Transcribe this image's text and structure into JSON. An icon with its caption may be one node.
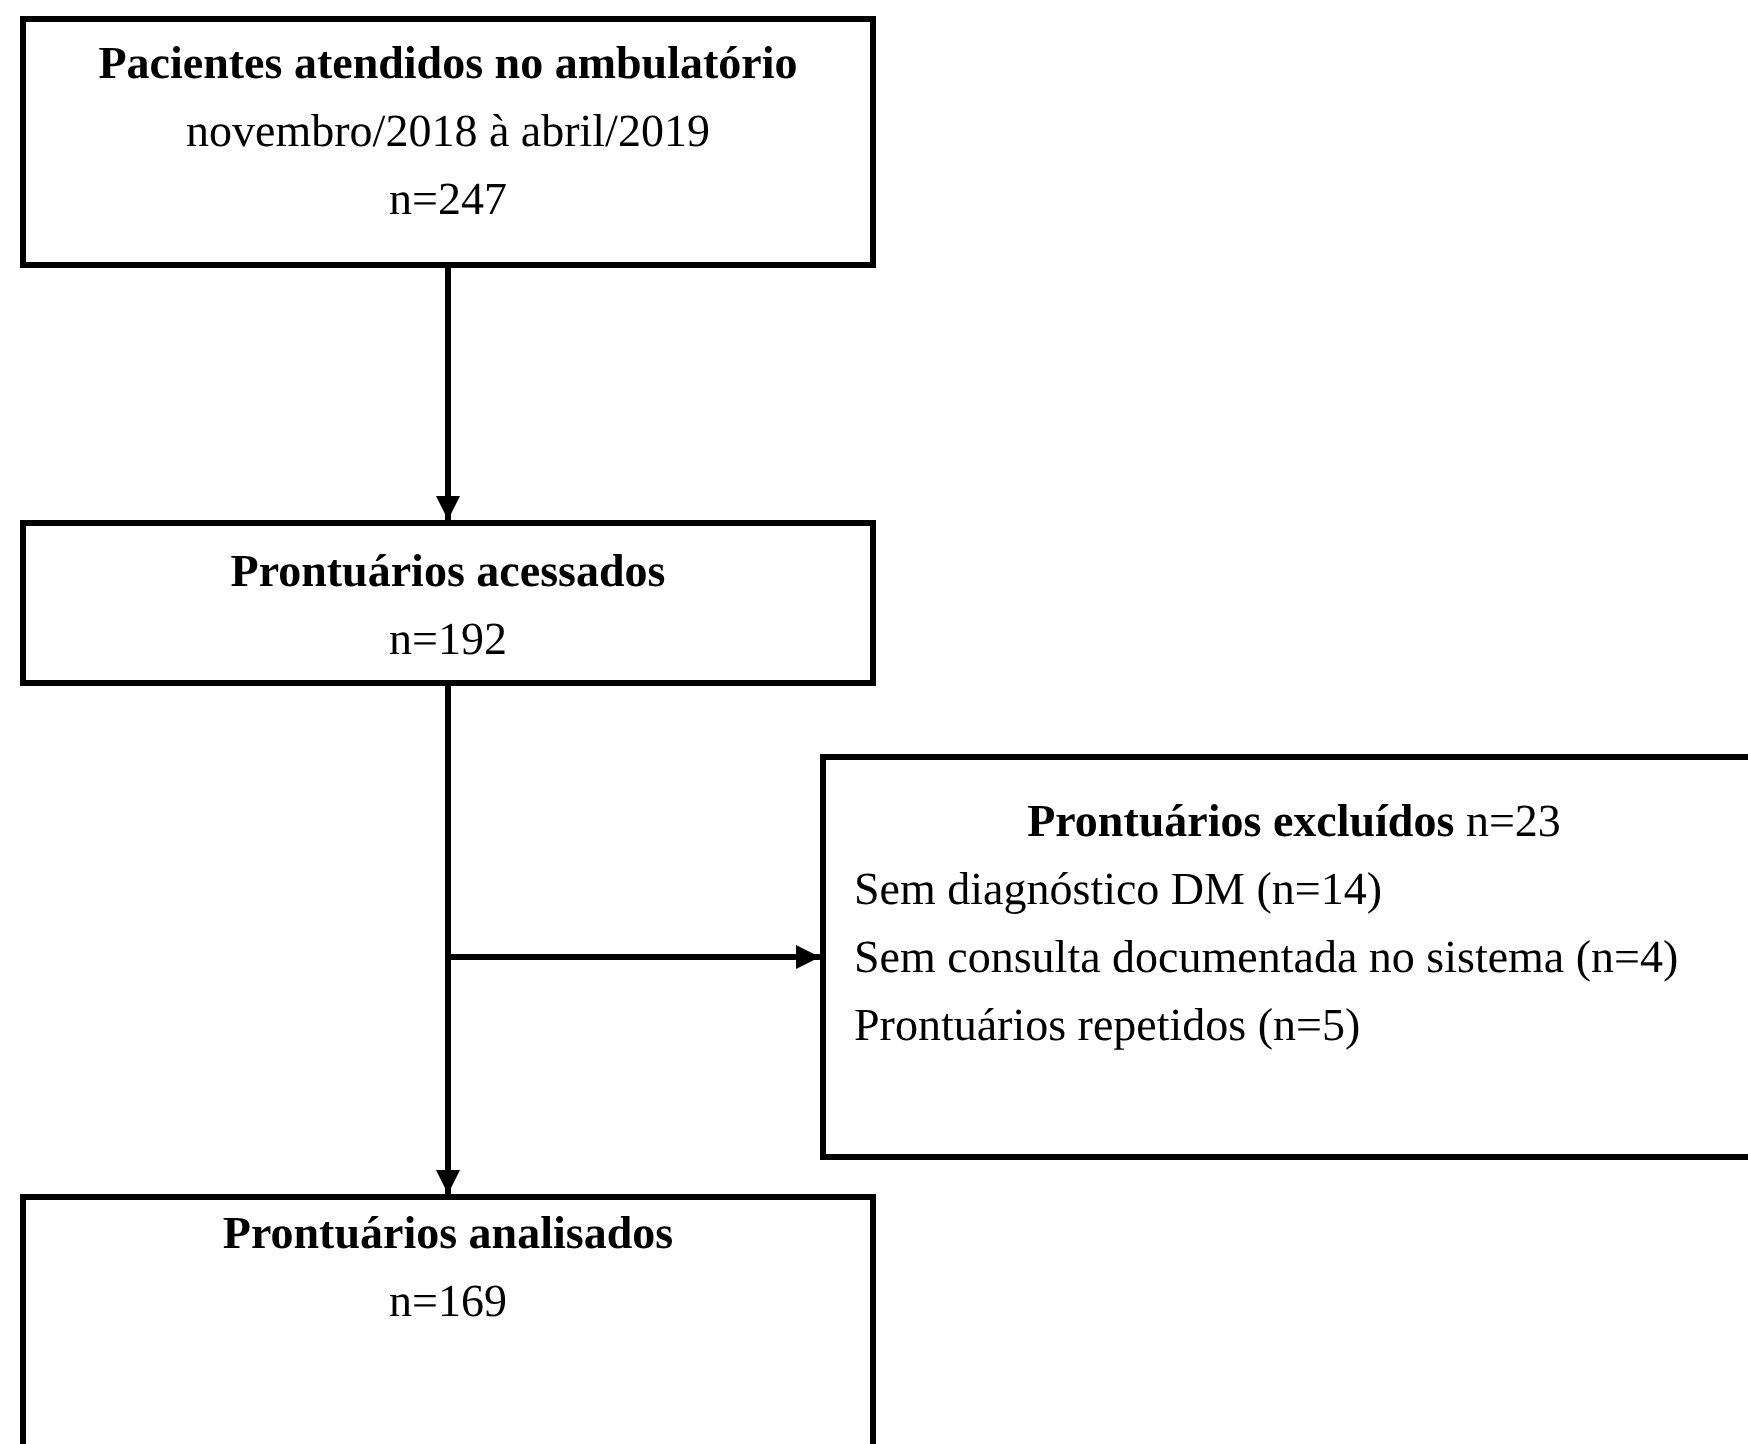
{
  "diagram": {
    "nodes": [
      {
        "text": [
          "Pacientes atendidos no ambulatório",
          "novembro/2018 à abril/2019",
          "n=247"
        ]
      },
      {
        "text": [
          "Prontuários acessados",
          "n=192"
        ]
      },
      {
        "text": [
          "**Prontuários excluídos** n=23",
          "Sem diagnóstico DM (n=14)",
          "Sem consulta documentada no sistema (n=4)",
          "Prontuários repetidos (n=5)"
        ]
      },
      {
        "text": [
          "Prontuários analisados",
          "n=169"
        ]
      }
    ],
    "edges": [
      {
        "from": 0,
        "to": 1,
        "arrow": "to"
      },
      {
        "from": 1,
        "to": 3,
        "arrow": "to"
      },
      {
        "from": 1,
        "to": 2,
        "arrow": "to"
      }
    ]
  }
}
